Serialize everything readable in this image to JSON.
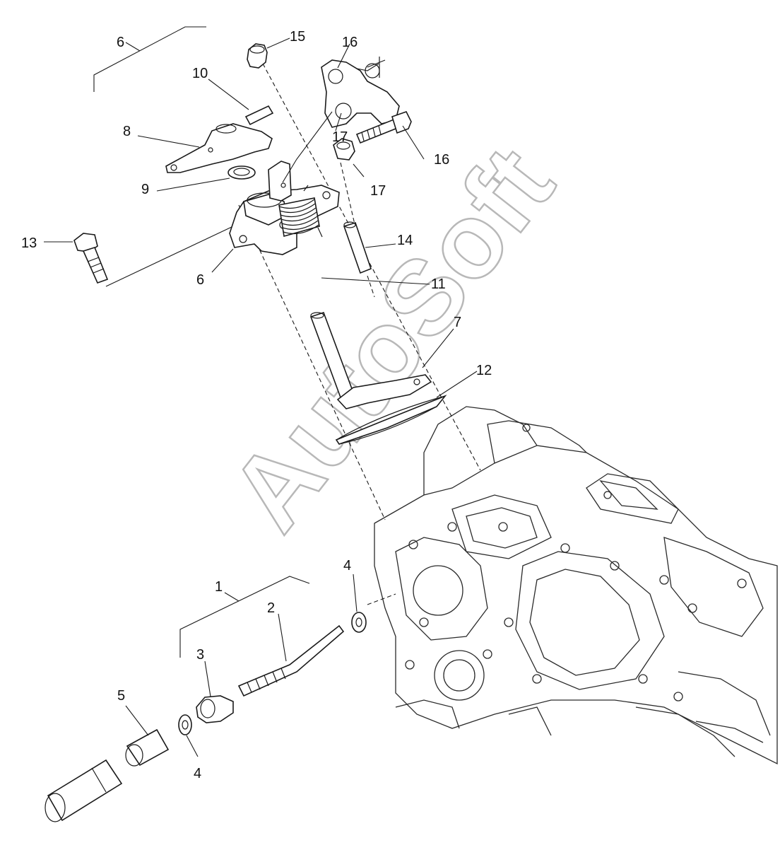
{
  "diagram": {
    "callouts": {
      "c1": "1",
      "c2": "2",
      "c3": "3",
      "c4a": "4",
      "c4b": "4",
      "c5": "5",
      "c6a": "6",
      "c6b": "6",
      "c7": "7",
      "c8": "8",
      "c9": "9",
      "c10": "10",
      "c11": "11",
      "c12": "12",
      "c13": "13",
      "c14": "14",
      "c15": "15",
      "c16a": "16",
      "c16b": "16",
      "c17a": "17",
      "c17b": "17"
    },
    "watermark": "AutoSoft"
  },
  "colors": {
    "line": "#1a1a1a",
    "watermark": "#b8b8b8",
    "background": "#ffffff"
  }
}
